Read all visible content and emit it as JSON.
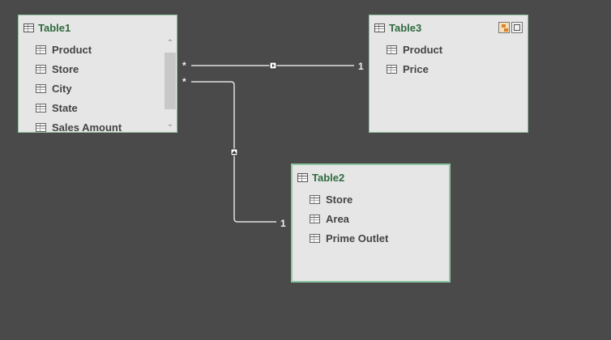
{
  "tables": {
    "table1": {
      "title": "Table1",
      "fields": [
        "Product",
        "Store",
        "City",
        "State",
        "Sales Amount"
      ]
    },
    "table3": {
      "title": "Table3",
      "fields": [
        "Product",
        "Price"
      ]
    },
    "table2": {
      "title": "Table2",
      "fields": [
        "Store",
        "Area",
        "Prime Outlet"
      ]
    }
  },
  "relationships": [
    {
      "from": "Table1",
      "to": "Table3",
      "from_cardinality": "*",
      "to_cardinality": "1"
    },
    {
      "from": "Table1",
      "to": "Table2",
      "from_cardinality": "*",
      "to_cardinality": "1"
    }
  ],
  "scroll_icons": {
    "up": "chevron-up-icon",
    "down": "chevron-down-icon"
  },
  "colors": {
    "background": "#4a4a4a",
    "table_fill": "#e6e6e6",
    "table_border": "#8fbf9f",
    "title_text": "#2e6b3f",
    "line": "#e0e0e0"
  }
}
